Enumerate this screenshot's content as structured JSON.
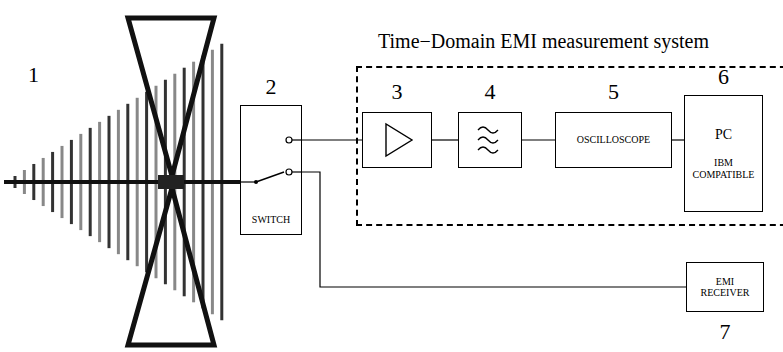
{
  "diagram": {
    "nodes": [
      {
        "text": [
          "2",
          "SWITCH"
        ]
      },
      {
        "text": [
          "Time−Domain EMI measurement system"
        ]
      },
      {
        "text": [
          "3"
        ],
        "in": 1
      },
      {
        "text": [
          "4"
        ],
        "in": 1
      },
      {
        "text": [
          "5",
          "OSCILLOSCOPE"
        ],
        "in": 1
      },
      {
        "text": [
          "6",
          "PC",
          "IBM COMPATIBLE"
        ],
        "in": 1
      },
      {
        "text": [
          "EMI RECEIVER",
          "7"
        ]
      }
    ],
    "edges": [
      {
        "from": 0,
        "to": 2,
        "arrow": "none"
      },
      {
        "from": 2,
        "to": 3,
        "arrow": "none"
      },
      {
        "from": 3,
        "to": 4,
        "arrow": "none"
      },
      {
        "from": 4,
        "to": 5,
        "arrow": "none"
      },
      {
        "from": 0,
        "to": 6,
        "arrow": "none"
      }
    ],
    "labels": [
      "1"
    ]
  }
}
